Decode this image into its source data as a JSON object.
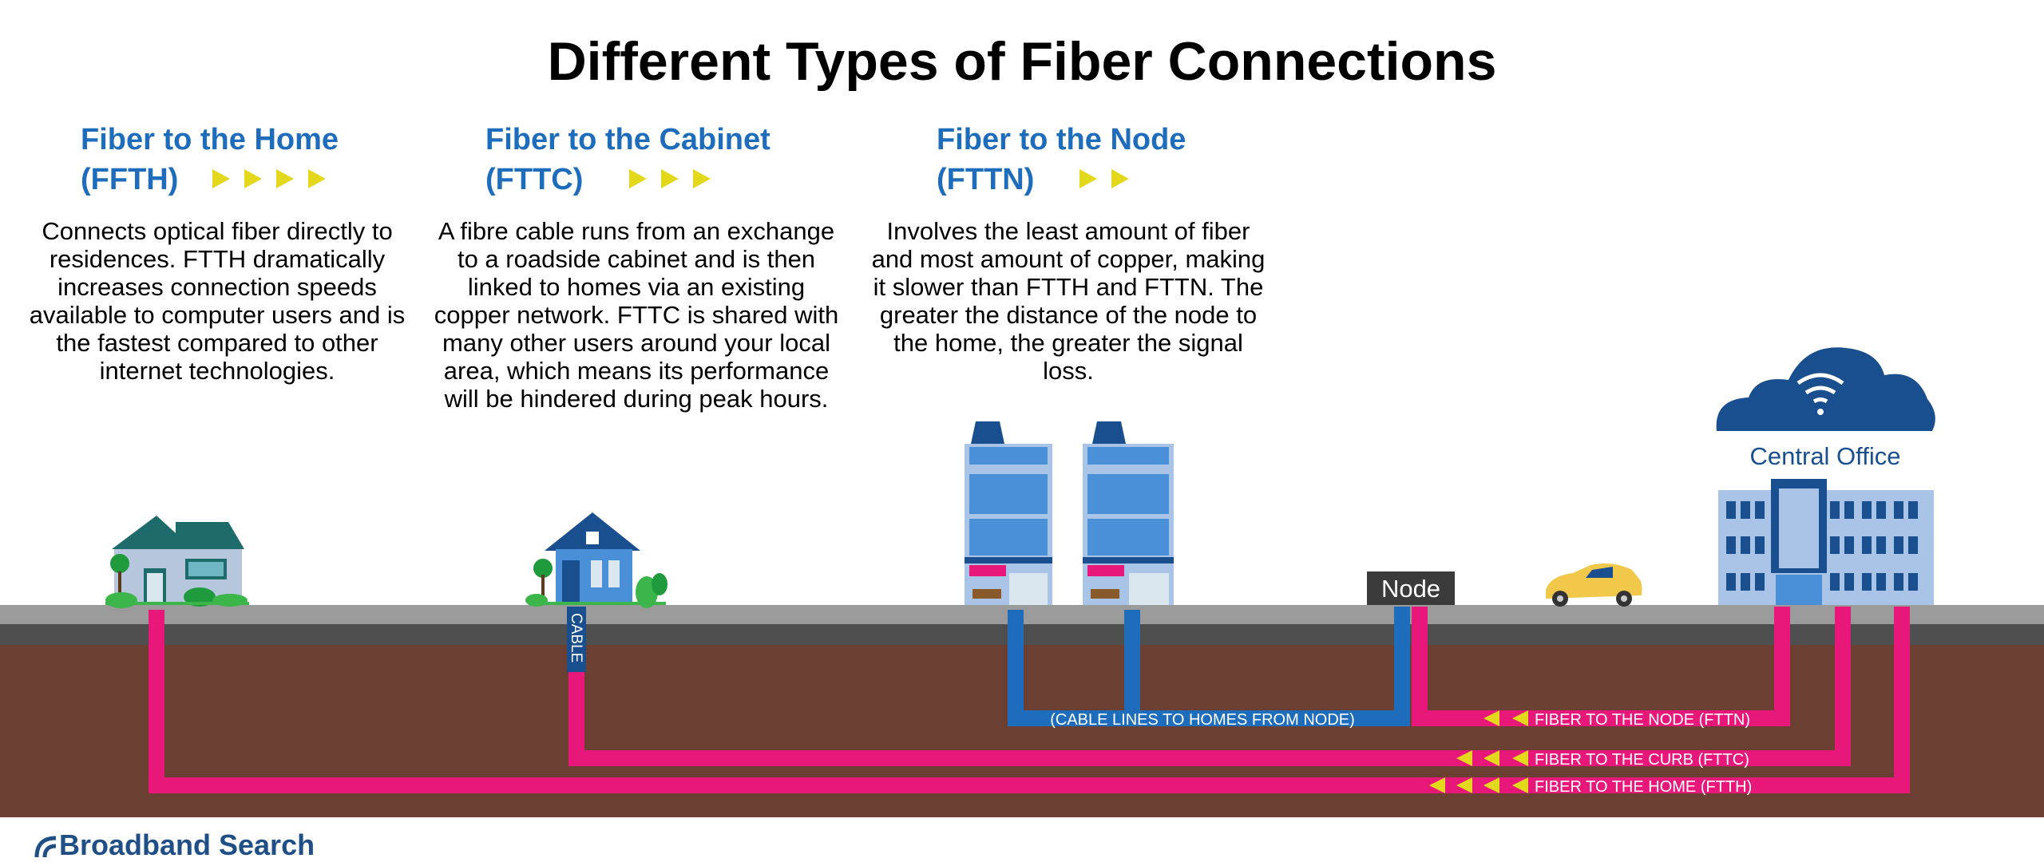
{
  "title": "Different Types of Fiber Connections",
  "columns": [
    {
      "name": "Fiber to the Home",
      "abbr": "(FFTH)",
      "arrows": 4,
      "description": "Connects optical fiber directly to residences. FTTH dramatically increases connection speeds available to computer users and is the fastest compared to other internet technologies."
    },
    {
      "name": "Fiber to the Cabinet",
      "abbr": "(FTTC)",
      "arrows": 3,
      "description": "A fibre cable runs from an exchange to a roadside cabinet and is then linked to homes via an existing copper network. FTTC is shared with many other users around your local area, which means its performance will be hindered during peak hours."
    },
    {
      "name": "Fiber to the Node",
      "abbr": "(FTTN)",
      "arrows": 2,
      "description": "Involves the least amount of fiber and most amount of copper, making it slower than FTTH and FTTN. The greater the distance of the node to the home, the greater the signal loss."
    }
  ],
  "diagram": {
    "cable_label": "CABLE",
    "node_label": "Node",
    "central_office_label": "Central Office",
    "cable_lines_label": "(CABLE LINES TO HOMES FROM NODE)",
    "fiber_lines": [
      "FIBER TO THE NODE (FTTN)",
      "FIBER TO THE CURB (FTTC)",
      "FIBER TO THE HOME (FTTH)"
    ]
  },
  "colors": {
    "fiber": "#e8177a",
    "copper": "#1e6dbd",
    "arrow": "#e3d81c",
    "soil": "#6b4033",
    "title_blue": "#1e6dbd"
  },
  "icons": [
    "house-icon",
    "cabinet-house-icon",
    "building-icon",
    "node-box-icon",
    "car-icon",
    "cloud-wifi-icon",
    "central-office-building-icon",
    "broadband-logo-icon"
  ],
  "footer": {
    "brand": "Broadband Search"
  }
}
